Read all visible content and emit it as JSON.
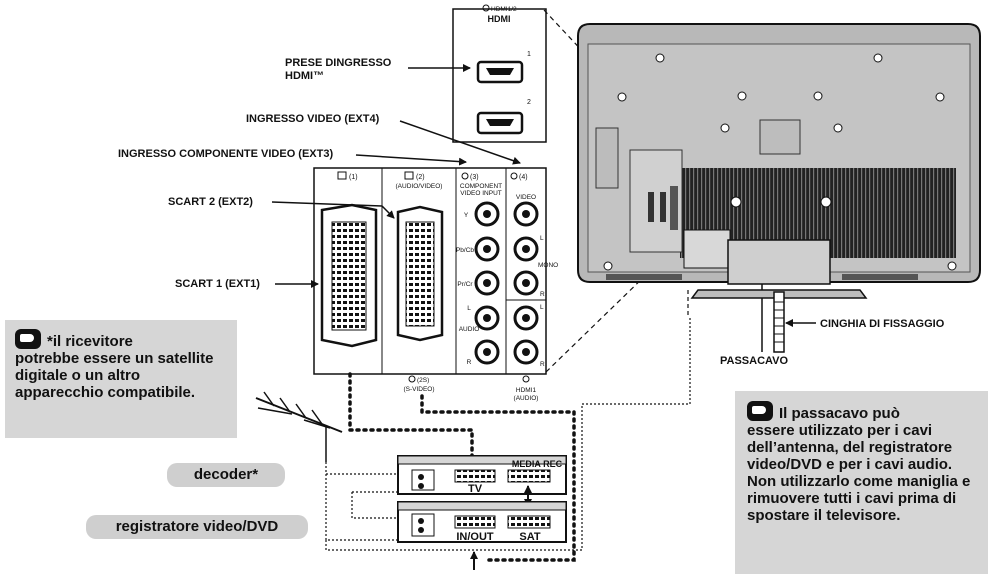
{
  "labels": {
    "hdmi_inputs_line1": "PRESE DINGRESSO",
    "hdmi_inputs_line2": "HDMI™",
    "video_ext4": "INGRESSO VIDEO (EXT4)",
    "component_ext3": "INGRESSO COMPONENTE VIDEO (EXT3)",
    "scart2": "SCART 2 (EXT2)",
    "scart1": "SCART 1 (EXT1)",
    "strap": "CINGHIA DI FISSAGGIO",
    "cable_clip": "PASSACAVO"
  },
  "panel": {
    "hdmi12_title": "HDMI1/2",
    "hdmi_logo": "HDMI",
    "hdmi_port_1": "1",
    "hdmi_port_2": "2",
    "slot1": "(1)",
    "slot2": "(2)",
    "slot2_sub": "(AUDIO/VIDEO)",
    "slot3": "(3)",
    "slot3_sub1": "COMPONENT",
    "slot3_sub2": "VIDEO INPUT",
    "slot4": "(4)",
    "slot4_sub": "VIDEO",
    "y": "Y",
    "pb": "Pb/Cb",
    "pr": "Pr/Cr",
    "audio": "AUDIO",
    "l": "L",
    "r": "R",
    "mono": "MONO",
    "svideo_1": "(2S)",
    "svideo_2": "(S-VIDEO)",
    "hdmi1_audio_1": "HDMI1",
    "hdmi1_audio_2": "(AUDIO)"
  },
  "devices": {
    "decoder_tv": "TV",
    "decoder_media_rec": "MEDIA REC",
    "recorder_inout": "IN/OUT",
    "recorder_sat": "SAT"
  },
  "pills": {
    "decoder": "decoder*",
    "recorder": "registratore video/DVD"
  },
  "notes": {
    "left_line1": "*il ricevitore",
    "left_rest": "potrebbe essere un satellite digitale o un altro apparecchio compatibile.",
    "right_line1": "Il passacavo può",
    "right_rest": "essere utilizzato per i cavi dell’antenna, del registratore video/DVD e per i cavi audio. Non utilizzarlo come maniglia e rimuovere tutti i cavi prima di spostare il televisore."
  }
}
